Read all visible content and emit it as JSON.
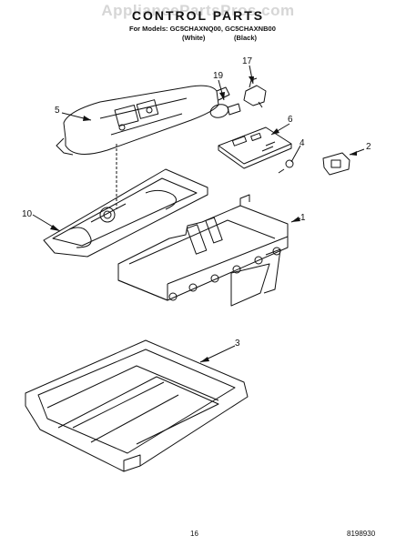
{
  "watermark": "AppliancePartsPros.com",
  "title": "CONTROL PARTS",
  "models_line": "For Models: GC5CHAXNQ00, GC5CHAXNB00",
  "variants": [
    "(White)",
    "(Black)"
  ],
  "callouts": {
    "c1": "1",
    "c2": "2",
    "c3": "3",
    "c4": "4",
    "c5": "5",
    "c6": "6",
    "c10": "10",
    "c17": "17",
    "c19": "19"
  },
  "footer": {
    "page": "16",
    "doc": "8198930"
  }
}
